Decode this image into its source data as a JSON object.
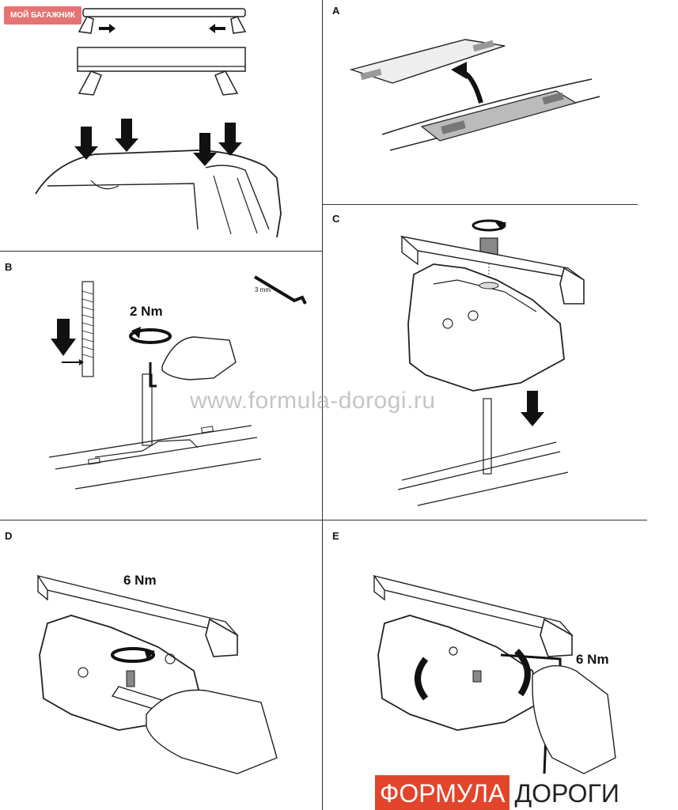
{
  "badge": {
    "text": "МОЙ БАГАЖНИК"
  },
  "watermark": {
    "text": "www.formula-dorogi.ru"
  },
  "logo": {
    "part1": "ФОРМУЛА",
    "part2": "ДОРОГИ"
  },
  "panels": {
    "a": {
      "label": "A"
    },
    "b": {
      "label": "B",
      "torque": "2 Nm",
      "tool": "3 mm"
    },
    "c": {
      "label": "C"
    },
    "d": {
      "label": "D",
      "torque": "6 Nm"
    },
    "e": {
      "label": "E",
      "torque": "6 Nm"
    }
  }
}
